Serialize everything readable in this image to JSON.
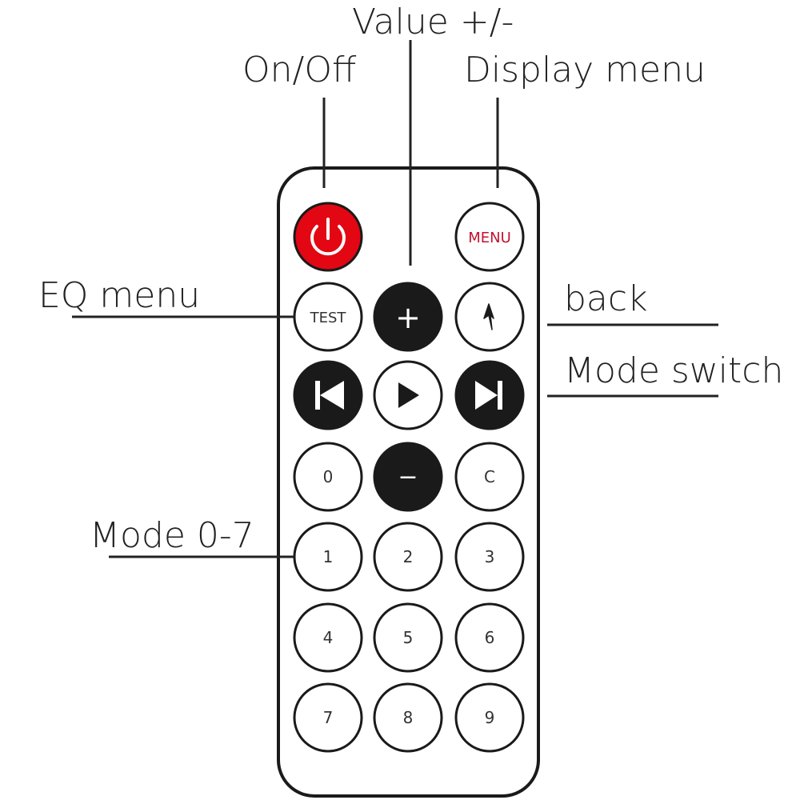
{
  "callouts": {
    "value": "Value +/-",
    "onoff": "On/Off",
    "display_menu": "Display menu",
    "eq_menu": "EQ menu",
    "back": "back",
    "mode_switch": "Mode switch",
    "mode_range": "Mode 0-7"
  },
  "buttons": {
    "menu": "MENU",
    "test": "TEST",
    "plus": "+",
    "minus": "−",
    "c": "C",
    "digits": [
      "0",
      "1",
      "2",
      "3",
      "4",
      "5",
      "6",
      "7",
      "8",
      "9"
    ]
  },
  "colors": {
    "power_button": "#e30613",
    "menu_text": "#c4122f",
    "dark_button": "#1a1a1a",
    "line": "#1a1a1a"
  },
  "icons": {
    "power": "power-icon",
    "back": "back-arrow-icon",
    "prev": "skip-previous-icon",
    "play": "play-icon",
    "next": "skip-next-icon"
  }
}
